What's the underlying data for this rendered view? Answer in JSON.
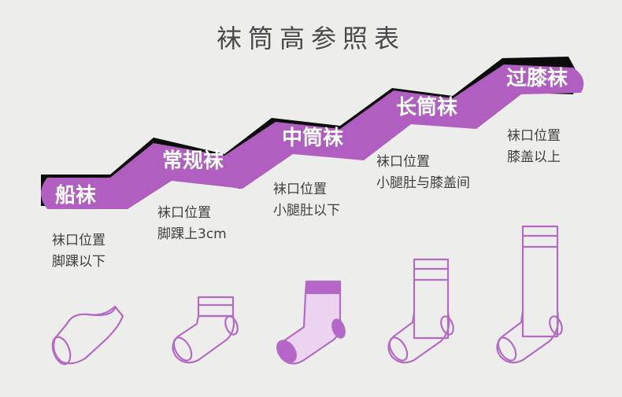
{
  "title": "袜筒高参照表",
  "colors": {
    "band": "#b05ec0",
    "shadow": "#0b0b0b",
    "sock_outline": "#b46bc4",
    "sock_fill_highlight": "#ecd3ef",
    "sock_fill_accent": "#b566c8"
  },
  "tiers": [
    {
      "label": "船袜",
      "desc_line1": "袜口位置",
      "desc_line2": "脚踝以下",
      "icon": "no-show-sock-icon"
    },
    {
      "label": "常规袜",
      "desc_line1": "袜口位置",
      "desc_line2": "脚踝上3cm",
      "icon": "ankle-sock-icon"
    },
    {
      "label": "中筒袜",
      "desc_line1": "袜口位置",
      "desc_line2": "小腿肚以下",
      "icon": "crew-sock-icon"
    },
    {
      "label": "长筒袜",
      "desc_line1": "袜口位置",
      "desc_line2": "小腿肚与膝盖间",
      "icon": "calf-sock-icon"
    },
    {
      "label": "过膝袜",
      "desc_line1": "袜口位置",
      "desc_line2": "膝盖以上",
      "icon": "over-knee-sock-icon"
    }
  ]
}
